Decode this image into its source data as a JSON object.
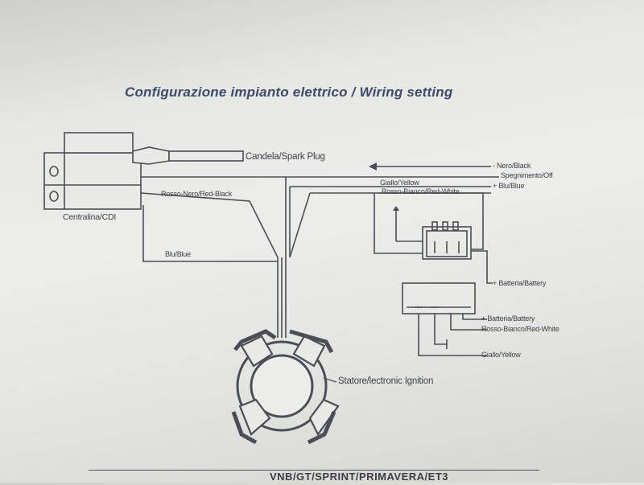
{
  "title": "Configurazione impianto elettrico / Wiring setting",
  "labels": {
    "spark_plug": "Candela/Spark Plug",
    "cdi": "Centralina/CDI",
    "rosso_nero": "Rosso-Nero/Red-Black",
    "blu_left": "Blu/Blue",
    "nero_black": "- Nero/Black",
    "spegnimento": "Spegnimento/Off",
    "giallo_top": "Giallo/Yellow",
    "rosso_bianco_top": "Rosso-Bianco/Red-White",
    "blu_right": "+ Blu/Blue",
    "batteria_1": "+ Batteria/Battery",
    "batteria_2": "+ Batteria/Battery",
    "rosso_bianco_bottom": "Rosso-Bianco/Red-White",
    "giallo_bottom": "Giallo/Yellow",
    "statore": "Statore/lectronic Ignition"
  },
  "footer_text": "VNB/GT/SPRINT/PRIMAVERA/ET3"
}
